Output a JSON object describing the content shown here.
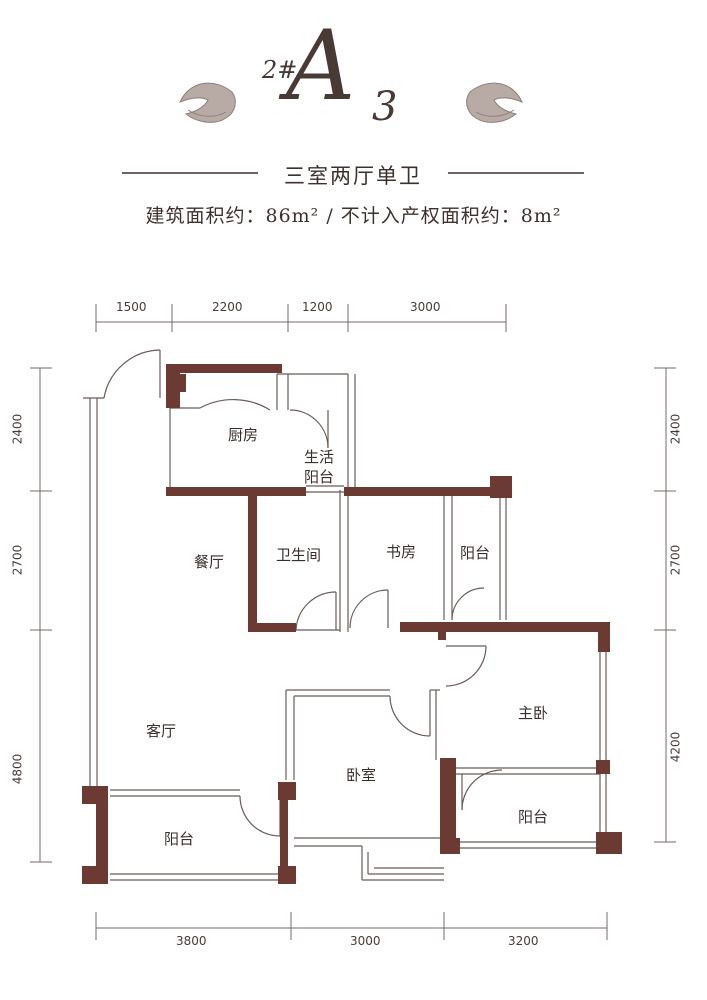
{
  "header": {
    "unit_prefix": "2#",
    "unit_letter": "A",
    "unit_sub": "3",
    "layout_type": "三室两厅单卫",
    "area_text": "建筑面积约：86m² / 不计入产权面积约：8m²"
  },
  "rooms": {
    "kitchen": "厨房",
    "utility_balcony_1": "生活",
    "utility_balcony_2": "阳台",
    "dining": "餐厅",
    "bathroom": "卫生间",
    "study": "书房",
    "balcony_east": "阳台",
    "living": "客厅",
    "bedroom": "卧室",
    "master_bedroom": "主卧",
    "balcony_master": "阳台",
    "balcony_living": "阳台"
  },
  "dimensions": {
    "top": [
      "1500",
      "2200",
      "1200",
      "3000"
    ],
    "bottom": [
      "3800",
      "3000",
      "3200"
    ],
    "left": [
      "2400",
      "2700",
      "4800"
    ],
    "right": [
      "2400",
      "2700",
      "4200"
    ]
  },
  "colors": {
    "wall": "#6b3a33",
    "line": "#7a6a66",
    "ornament": "#b8aaa5"
  }
}
